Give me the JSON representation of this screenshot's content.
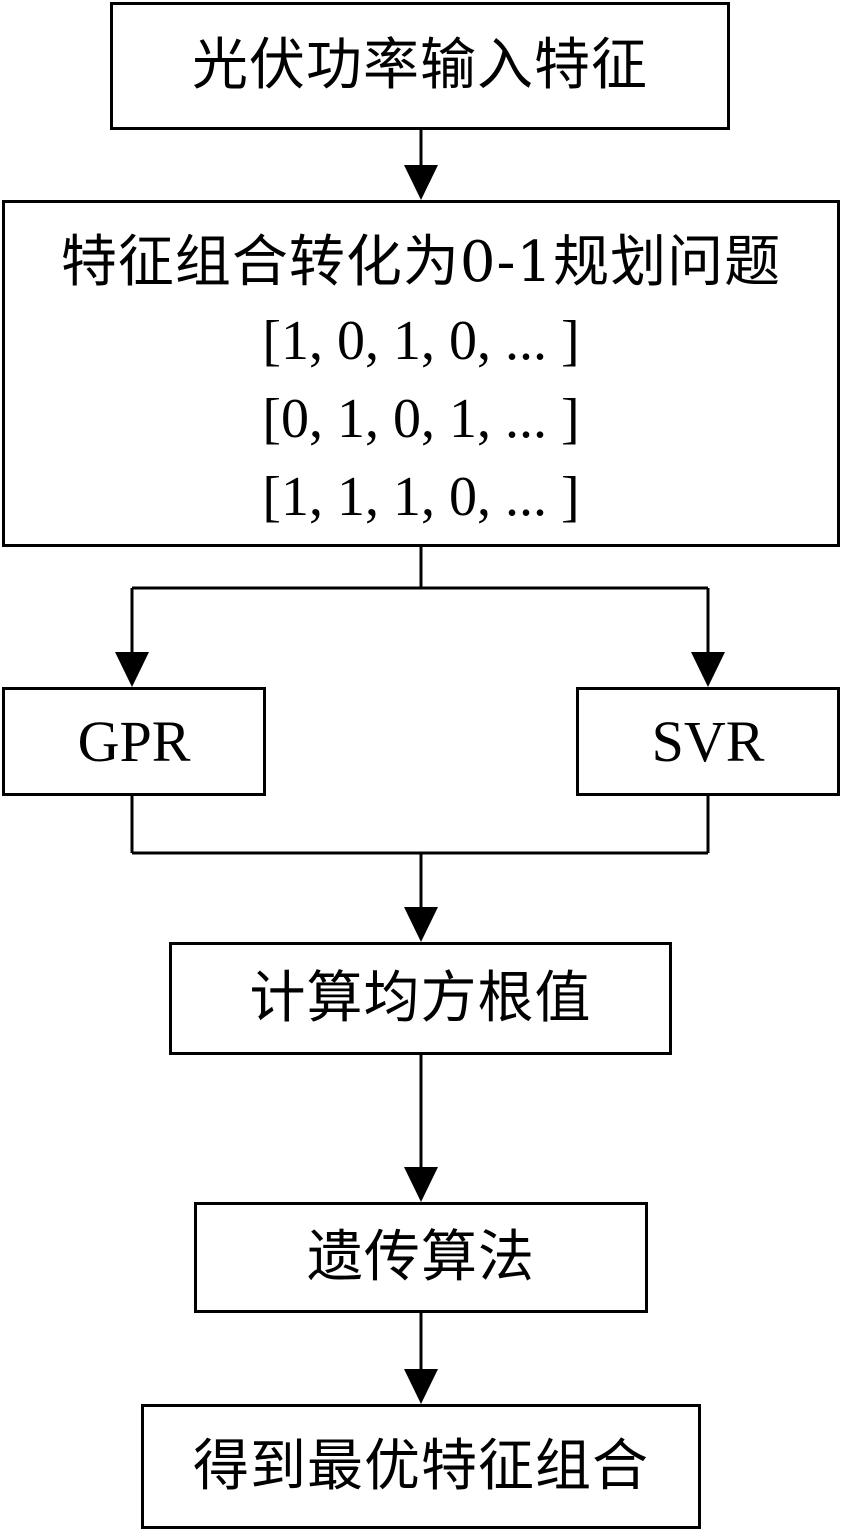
{
  "diagram": {
    "nodes": {
      "input_features": "光伏功率输入特征",
      "binary_programming": {
        "title": "特征组合转化为0-1规划问题",
        "vectors": [
          "[1, 0, 1, 0, ... ]",
          "[0, 1, 0, 1, ... ]",
          "[1, 1, 1, 0, ... ]"
        ]
      },
      "gpr": "GPR",
      "svr": "SVR",
      "rmse": "计算均方根值",
      "genetic_algorithm": "遗传算法",
      "optimal_features": "得到最优特征组合"
    }
  }
}
